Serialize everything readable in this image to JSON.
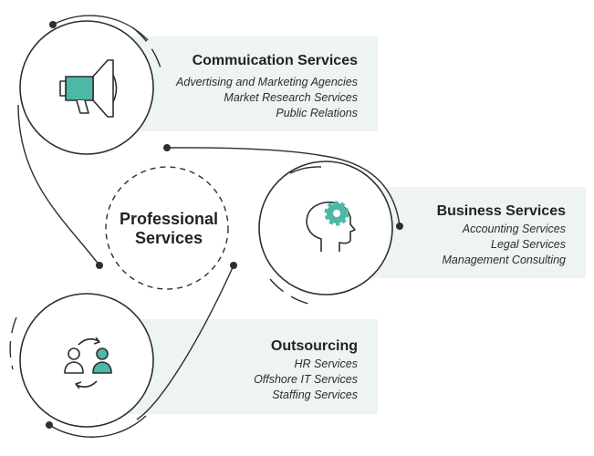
{
  "center": {
    "line1": "Professional",
    "line2": "Services"
  },
  "colors": {
    "accent": "#4db8a6",
    "stroke": "#2b2f31",
    "panel": "#eef4f1"
  },
  "services": [
    {
      "title": "Commuication Services",
      "icon": "megaphone-icon",
      "items": [
        "Advertising and Marketing Agencies",
        "Market Research Services",
        "Public Relations"
      ]
    },
    {
      "title": "Business Services",
      "icon": "head-gear-icon",
      "items": [
        "Accounting Services",
        "Legal Services",
        "Management Consulting"
      ]
    },
    {
      "title": "Outsourcing",
      "icon": "people-exchange-icon",
      "items": [
        "HR Services",
        "Offshore IT Services",
        "Staffing Services"
      ]
    }
  ]
}
